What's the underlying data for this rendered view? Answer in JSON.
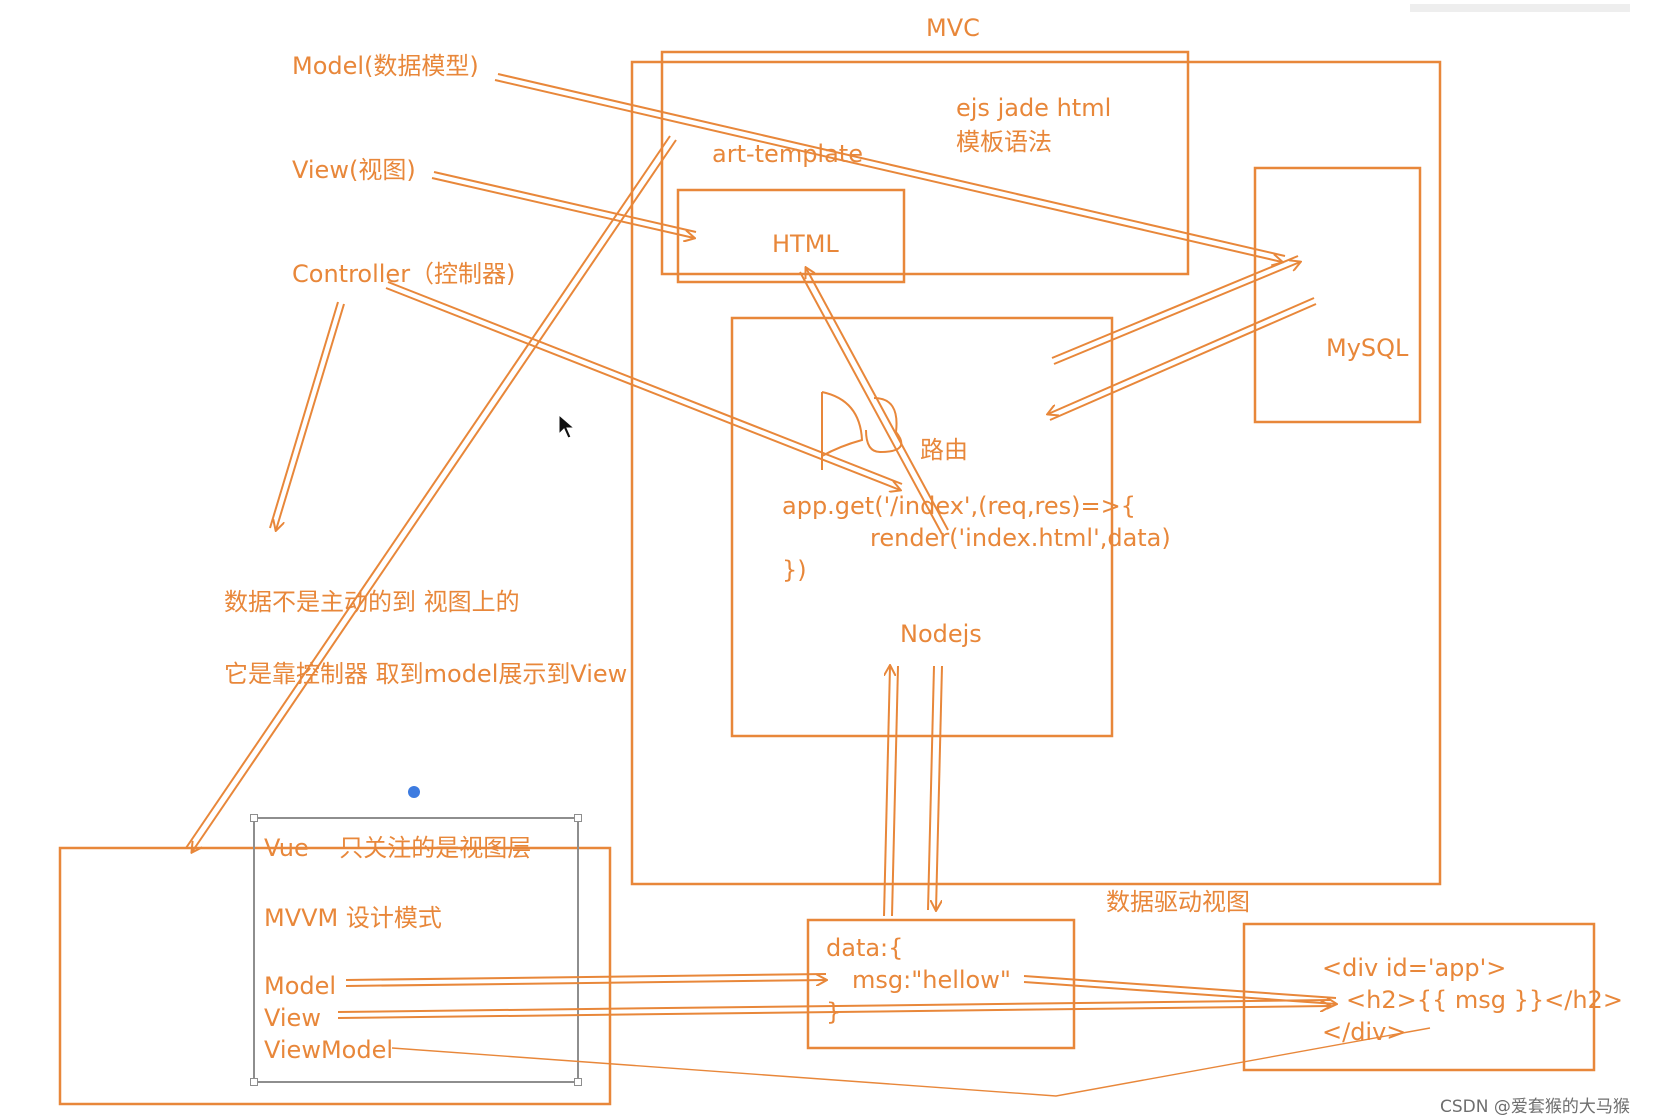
{
  "colors": {
    "stroke": "#e8873a",
    "text": "#e8873a",
    "selection": "#8e8e8e",
    "dot": "#3d7be0",
    "watermark": "#6e6e6e"
  },
  "labels": {
    "mvc_title": "MVC",
    "model": "Model(数据模型)",
    "view": "View(视图)",
    "controller": "Controller（控制器)",
    "ejs_line1": "ejs jade html",
    "ejs_line2": "模板语法",
    "art_template": "art-template",
    "html_box": "HTML",
    "mysql": "MySQL",
    "router": "路由",
    "code_line1": "app.get('/index',(req,res)=>{",
    "code_line2": "render('index.html',data)",
    "code_line3": "})",
    "nodejs": "Nodejs",
    "note_line1": "数据不是主动的到 视图上的",
    "note_line2": "它是靠控制器 取到model展示到View",
    "vue_note": "Vue    只关注的是视图层",
    "mvvm": "MVVM 设计模式",
    "vm_model": "Model",
    "vm_view": "View",
    "vm_viewmodel": "ViewModel",
    "data_driven": "数据驱动视图",
    "data_line1": "data:{",
    "data_line2": "msg:\"hellow\"",
    "data_line3": "}",
    "tpl_line1": "<div id='app'>",
    "tpl_line2": "<h2>{{ msg }}</h2>",
    "tpl_line3": "</div>",
    "watermark": "CSDN @爱套猴的大马猴"
  },
  "icons": {
    "cursor": "mouse-pointer-icon",
    "selection_dot": "blue-dot-icon"
  }
}
